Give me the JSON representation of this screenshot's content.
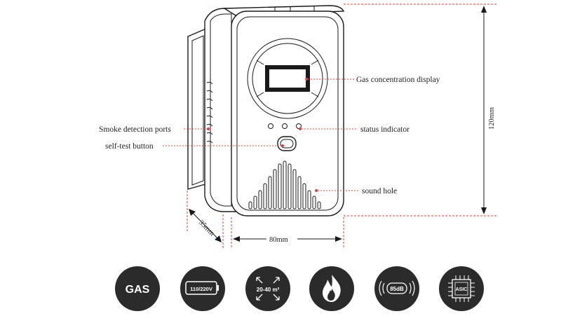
{
  "labels": {
    "gas_display": "Gas concentration display",
    "status_indicator": "status indicator",
    "smoke_ports": "Smoke detection ports",
    "self_test": "self-test button",
    "sound_hole": "sound hole"
  },
  "dimensions": {
    "height": "120mm",
    "width": "80mm",
    "depth": "35mm"
  },
  "icons": [
    {
      "name": "gas-icon",
      "text": "GAS"
    },
    {
      "name": "voltage-icon",
      "text": "110/220V"
    },
    {
      "name": "coverage-area-icon",
      "text": "20-40 m²"
    },
    {
      "name": "flame-icon",
      "text": ""
    },
    {
      "name": "sound-85db-icon",
      "text": "85dB"
    },
    {
      "name": "asic-chip-icon",
      "text": "ASIC"
    }
  ],
  "colors": {
    "accent": "#d64545",
    "icon_bg": "#2b2b2b"
  }
}
